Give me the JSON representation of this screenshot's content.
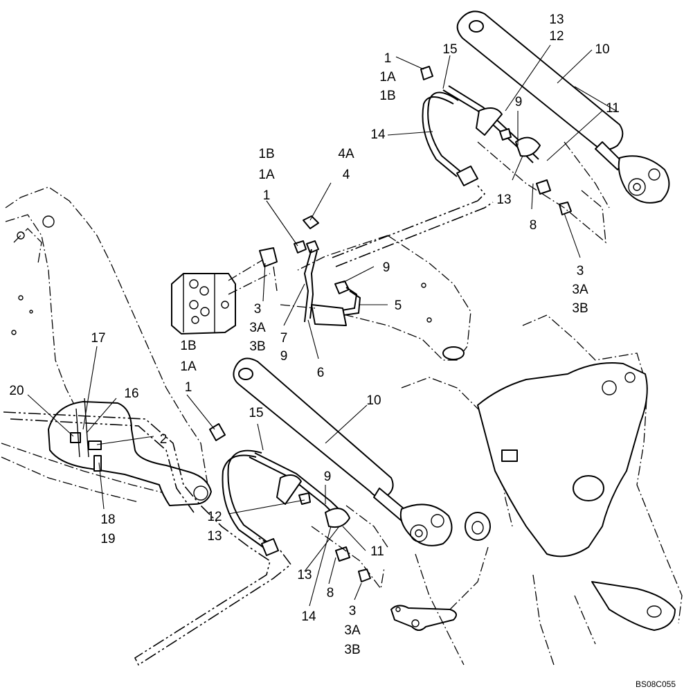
{
  "drawing_code": "BS08C055",
  "callouts": [
    {
      "id": "c01",
      "lines": [
        "13",
        "12"
      ]
    },
    {
      "id": "c02",
      "lines": [
        "10"
      ]
    },
    {
      "id": "c03",
      "lines": [
        "15"
      ]
    },
    {
      "id": "c04",
      "lines": [
        "1",
        "1A",
        "1B"
      ]
    },
    {
      "id": "c05",
      "lines": [
        "9"
      ]
    },
    {
      "id": "c06",
      "lines": [
        "11"
      ]
    },
    {
      "id": "c07",
      "lines": [
        "14"
      ]
    },
    {
      "id": "c08",
      "lines": [
        "13"
      ]
    },
    {
      "id": "c09",
      "lines": [
        "8"
      ]
    },
    {
      "id": "c10",
      "lines": [
        "3",
        "3A",
        "3B"
      ]
    },
    {
      "id": "c11",
      "lines": [
        "1B",
        "1A",
        "1"
      ]
    },
    {
      "id": "c12",
      "lines": [
        "4A",
        "4"
      ]
    },
    {
      "id": "c13",
      "lines": [
        "9"
      ]
    },
    {
      "id": "c14",
      "lines": [
        "5"
      ]
    },
    {
      "id": "c15",
      "lines": [
        "3",
        "3A",
        "3B"
      ]
    },
    {
      "id": "c16",
      "lines": [
        "7",
        "9"
      ]
    },
    {
      "id": "c17",
      "lines": [
        "6"
      ]
    },
    {
      "id": "c18",
      "lines": [
        "1B",
        "1A",
        "1"
      ]
    },
    {
      "id": "c19",
      "lines": [
        "17"
      ]
    },
    {
      "id": "c20",
      "lines": [
        "20"
      ]
    },
    {
      "id": "c21",
      "lines": [
        "16"
      ]
    },
    {
      "id": "c22",
      "lines": [
        "2"
      ]
    },
    {
      "id": "c23",
      "lines": [
        "18",
        "19"
      ]
    },
    {
      "id": "c24",
      "lines": [
        "15"
      ]
    },
    {
      "id": "c25",
      "lines": [
        "10"
      ]
    },
    {
      "id": "c26",
      "lines": [
        "9"
      ]
    },
    {
      "id": "c27",
      "lines": [
        "12",
        "13"
      ]
    },
    {
      "id": "c28",
      "lines": [
        "11"
      ]
    },
    {
      "id": "c29",
      "lines": [
        "13"
      ]
    },
    {
      "id": "c30",
      "lines": [
        "8"
      ]
    },
    {
      "id": "c31",
      "lines": [
        "14"
      ]
    },
    {
      "id": "c32",
      "lines": [
        "3",
        "3A",
        "3B"
      ]
    }
  ]
}
